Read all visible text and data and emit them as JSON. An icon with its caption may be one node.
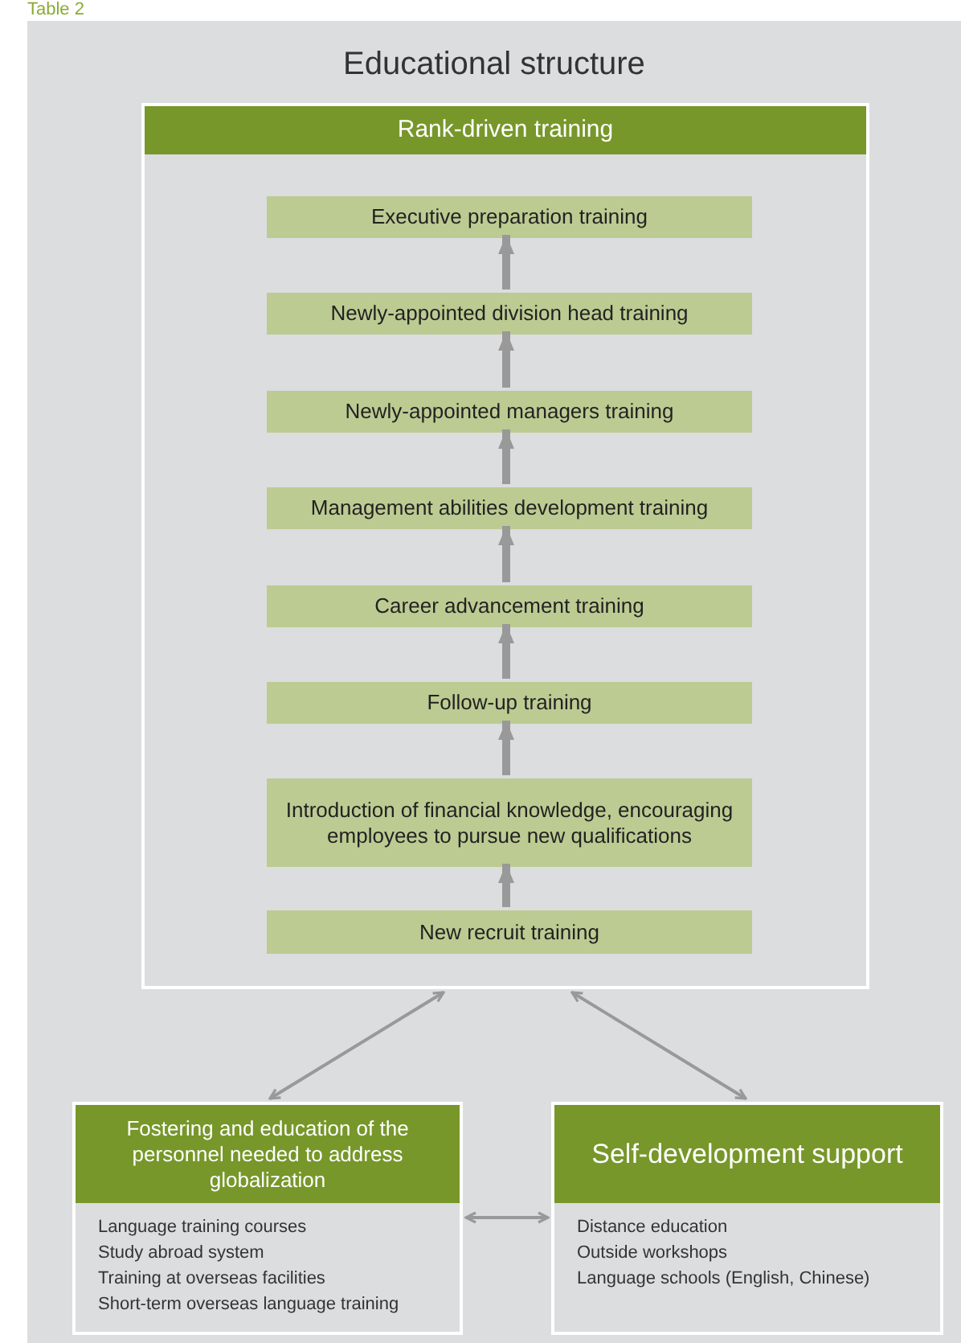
{
  "diagram": {
    "title": "Educational structure",
    "nodes": [
      {
        "text": [
          "Rank-driven training"
        ]
      },
      {
        "text": [
          "Executive preparation training"
        ],
        "in": 0
      },
      {
        "text": [
          "Newly-appointed division head training"
        ],
        "in": 0
      },
      {
        "text": [
          "Newly-appointed managers training"
        ],
        "in": 0
      },
      {
        "text": [
          "Management abilities development training"
        ],
        "in": 0
      },
      {
        "text": [
          "Career advancement training"
        ],
        "in": 0
      },
      {
        "text": [
          "Follow-up training"
        ],
        "in": 0
      },
      {
        "text": [
          "Introduction of financial knowledge, encouraging employees to pursue new qualifications"
        ],
        "in": 0
      },
      {
        "text": [
          "New recruit training"
        ],
        "in": 0
      },
      {
        "text": [
          "Fostering and education of the personnel needed to address globalization",
          "Language training courses",
          "Study abroad system",
          "Training at overseas facilities",
          "Short-term overseas language training"
        ]
      },
      {
        "text": [
          "Self-development support",
          "Distance education",
          "Outside workshops",
          "Language schools (English, Chinese)"
        ]
      }
    ],
    "edges": [
      {
        "from": 2,
        "to": 1,
        "arrow": "to"
      },
      {
        "from": 3,
        "to": 2,
        "arrow": "to"
      },
      {
        "from": 4,
        "to": 3,
        "arrow": "to"
      },
      {
        "from": 5,
        "to": 4,
        "arrow": "to"
      },
      {
        "from": 6,
        "to": 5,
        "arrow": "to"
      },
      {
        "from": 7,
        "to": 6,
        "arrow": "to"
      },
      {
        "from": 8,
        "to": 7,
        "arrow": "to"
      },
      {
        "from": 0,
        "to": 9,
        "arrow": "both"
      },
      {
        "from": 0,
        "to": 10,
        "arrow": "both"
      },
      {
        "from": 9,
        "to": 10,
        "arrow": "both"
      }
    ],
    "labels": [
      "Table 2"
    ]
  }
}
